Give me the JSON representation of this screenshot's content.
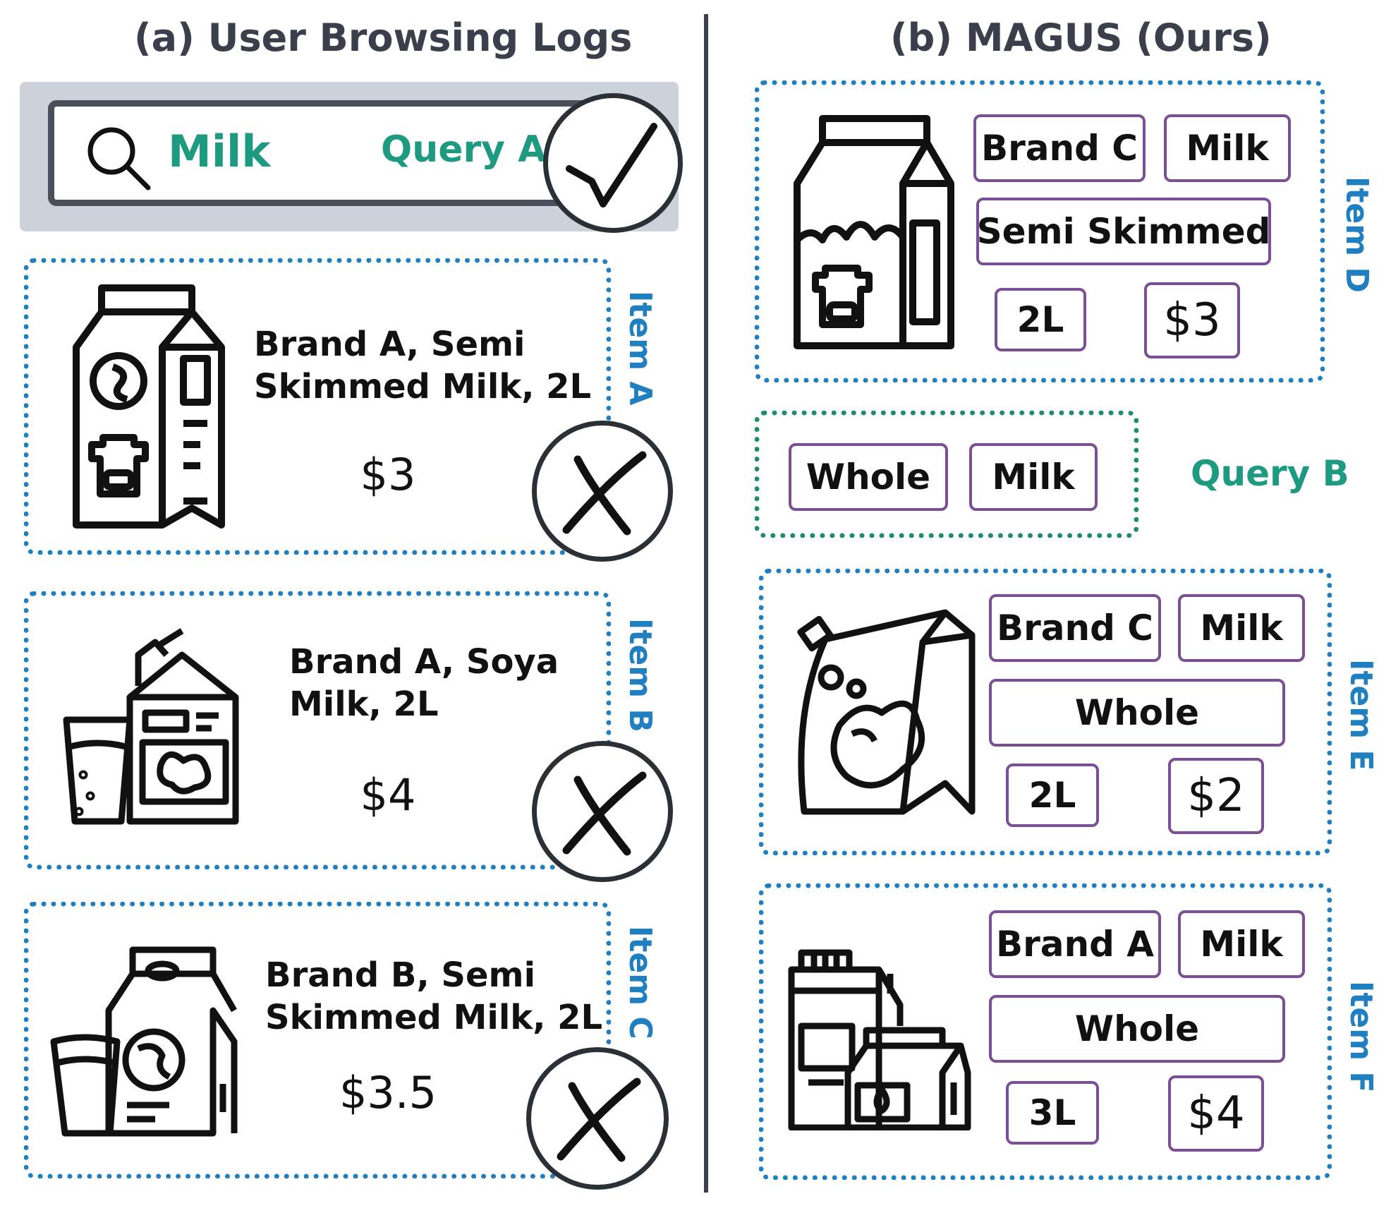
{
  "left_panel": {
    "title": "(a) User Browsing Logs",
    "search": {
      "query_text": "Milk",
      "query_label": "Query A",
      "result": "check"
    },
    "items": [
      {
        "label": "Item A",
        "description_line1": "Brand A, Semi",
        "description_line2": "Skimmed Milk, 2L",
        "price": "$3",
        "icon": "milk-carton-icon",
        "result": "cross"
      },
      {
        "label": "Item B",
        "description_line1": "Brand A, Soya",
        "description_line2": "Milk, 2L",
        "price": "$4",
        "icon": "soy-milk-icon",
        "result": "cross"
      },
      {
        "label": "Item C",
        "description_line1": "Brand B, Semi",
        "description_line2": "Skimmed Milk, 2L",
        "price": "$3.5",
        "icon": "milk-glass-carton-icon",
        "result": "cross"
      }
    ]
  },
  "right_panel": {
    "title": "(b) MAGUS (Ours)",
    "query": {
      "label": "Query B",
      "tags": [
        "Whole",
        "Milk"
      ]
    },
    "items": [
      {
        "label": "Item D",
        "tags": {
          "brand": "Brand C",
          "product": "Milk",
          "type": "Semi Skimmed",
          "size": "2L",
          "price": "$3"
        },
        "icon": "milk-carton-cow-icon"
      },
      {
        "label": "Item E",
        "tags": {
          "brand": "Brand C",
          "product": "Milk",
          "type": "Whole",
          "size": "2L",
          "price": "$2"
        },
        "icon": "milk-pouch-icon"
      },
      {
        "label": "Item F",
        "tags": {
          "brand": "Brand A",
          "product": "Milk",
          "type": "Whole",
          "size": "3L",
          "price": "$4"
        },
        "icon": "milk-cartons-icon"
      }
    ]
  },
  "colors": {
    "item_border": "#1f7fc0",
    "query_color": "#1e9a80",
    "tag_border": "#7b4f94",
    "divider": "#3a3f4b"
  }
}
